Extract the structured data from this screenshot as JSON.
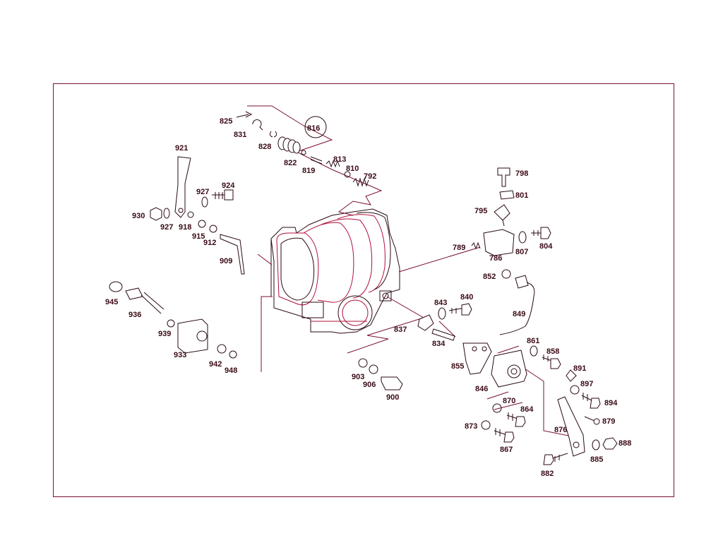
{
  "diagram": {
    "labels": {
      "p825": "825",
      "p831": "831",
      "p816": "816",
      "p828": "828",
      "p822": "822",
      "p819": "819",
      "p813": "813",
      "p810": "810",
      "p792": "792",
      "p921": "921",
      "p924": "924",
      "p927a": "927",
      "p930": "930",
      "p927b": "927",
      "p918": "918",
      "p915": "915",
      "p912": "912",
      "p909": "909",
      "p798": "798",
      "p801": "801",
      "p795": "795",
      "p789": "789",
      "p786": "786",
      "p807": "807",
      "p804": "804",
      "p852": "852",
      "p849": "849",
      "p945": "945",
      "p936": "936",
      "p939": "939",
      "p933": "933",
      "p942": "942",
      "p948": "948",
      "p843": "843",
      "p840": "840",
      "p837": "837",
      "p834": "834",
      "p903": "903",
      "p906": "906",
      "p900": "900",
      "p855": "855",
      "p846": "846",
      "p861": "861",
      "p858": "858",
      "p891": "891",
      "p897": "897",
      "p894": "894",
      "p879": "879",
      "p870": "870",
      "p864": "864",
      "p873": "873",
      "p867": "867",
      "p876": "876",
      "p888": "888",
      "p885": "885",
      "p882": "882"
    }
  }
}
